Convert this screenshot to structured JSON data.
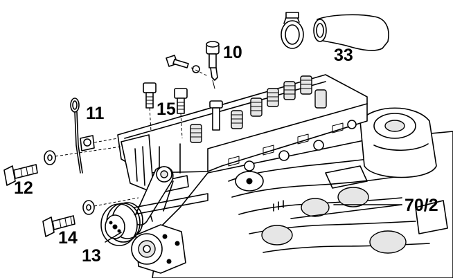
{
  "diagram": {
    "callouts": {
      "part_10": "10",
      "part_11": "11",
      "part_12": "12",
      "part_13": "13",
      "part_14": "14",
      "part_15": "15",
      "part_33": "33",
      "part_70_2": "70/2"
    },
    "icons": [
      "hose-clamp-icon",
      "hose-icon",
      "bolt-icon",
      "washer-icon",
      "dipstick-icon",
      "cylinder-head-icon",
      "pulley-icon"
    ]
  }
}
